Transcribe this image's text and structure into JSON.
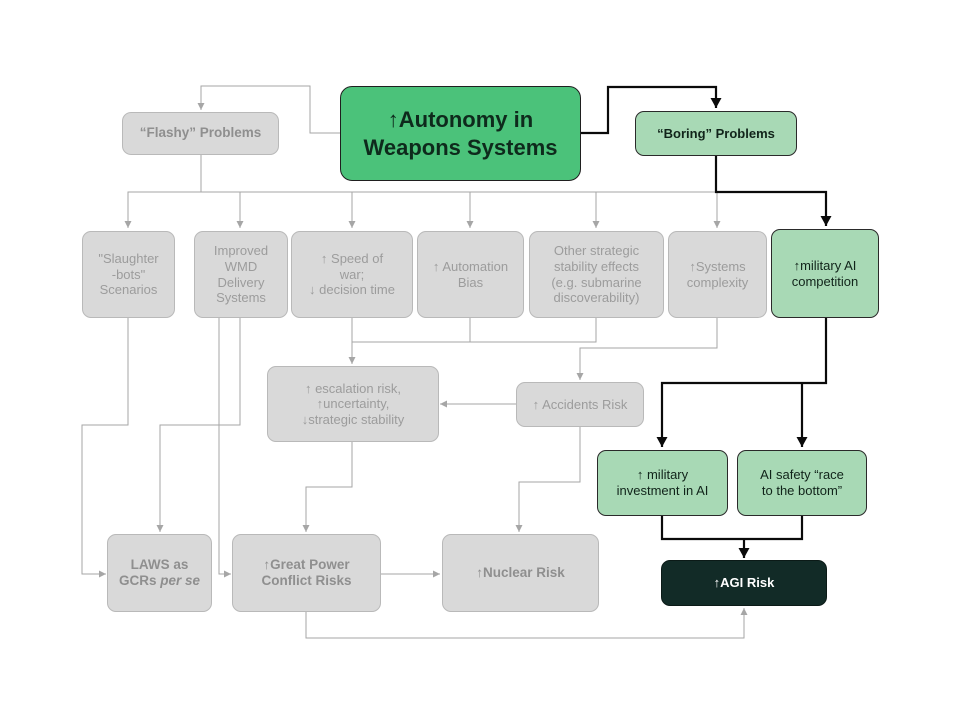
{
  "nodes": {
    "autonomy": "↑Autonomy in\nWeapons Systems",
    "flashy": "“Flashy” Problems",
    "boring": "“Boring” Problems",
    "slaughterbots": "\"Slaughter\n-bots\"\nScenarios",
    "wmd": "Improved\nWMD\nDelivery\nSystems",
    "speed": "↑ Speed of\nwar;\n↓ decision time",
    "automation_bias": "↑ Automation\nBias",
    "other_stability": "Other strategic\nstability effects\n(e.g. submarine\ndiscoverability)",
    "systems_complexity": "↑Systems\ncomplexity",
    "military_ai_competition": "↑military AI\ncompetition",
    "escalation": "↑ escalation risk,\n↑uncertainty,\n↓strategic stability",
    "accidents": "↑ Accidents Risk",
    "military_investment": "↑ military\ninvestment in AI",
    "race_to_bottom": "AI safety “race\nto the bottom”",
    "laws_prefix": "LAWS as\nGCRs ",
    "laws_italic": "per se",
    "great_power": "↑Great Power\nConflict Risks",
    "nuclear": "↑Nuclear Risk",
    "agi": "↑AGI Risk"
  },
  "colors": {
    "gray_line": "#a6a6a6",
    "black_line": "#0a0a0a",
    "green_main": "#4bc27a",
    "green_light": "#a8d9b5",
    "dark": "#122b27"
  }
}
